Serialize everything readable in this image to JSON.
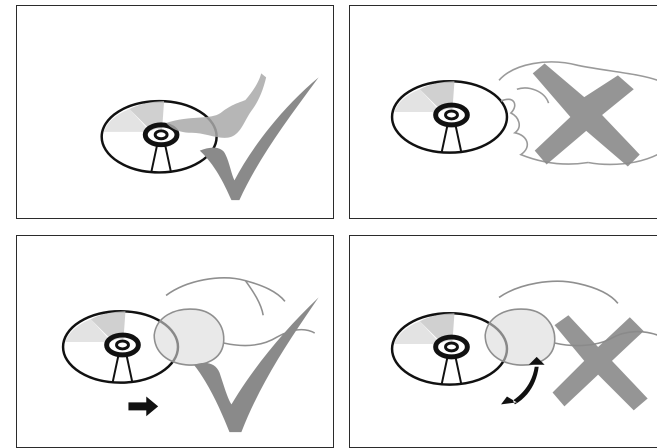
{
  "panels": [
    {
      "id": "p1",
      "scene": "cloth",
      "verdict": "correct",
      "verdict_icon": "checkmark-icon"
    },
    {
      "id": "p2",
      "scene": "hand-grip-edge",
      "verdict": "incorrect",
      "verdict_icon": "cross-icon"
    },
    {
      "id": "p3",
      "scene": "hand-wipe-straight",
      "verdict": "correct",
      "verdict_icon": "checkmark-icon",
      "motion_icon": "arrow-right-icon"
    },
    {
      "id": "p4",
      "scene": "hand-wipe-circular",
      "verdict": "incorrect",
      "verdict_icon": "cross-icon",
      "motion_icon": "curved-arrow-icon"
    }
  ],
  "colors": {
    "frame": "#2b2b2b",
    "mark": "#8a8a8a",
    "disc": "#111111",
    "shade": "#bdbdbd"
  }
}
